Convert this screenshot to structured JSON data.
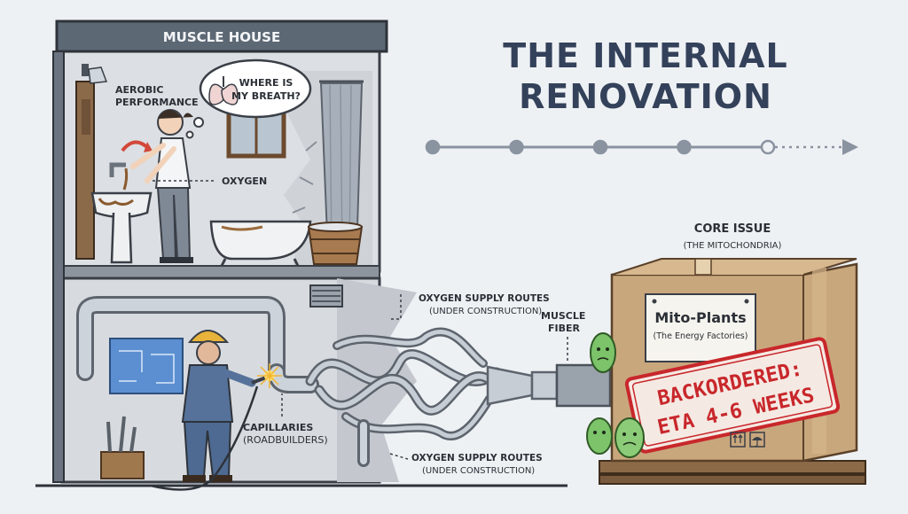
{
  "house": {
    "label": "MUSCLE HOUSE",
    "aerobic_line1": "AEROBIC",
    "aerobic_line2": "PERFORMANCE",
    "thought_line1": "WHERE IS",
    "thought_line2": "MY BREATH?",
    "oxygen": "OXYGEN"
  },
  "title": {
    "line1": "THE INTERNAL",
    "line2": "RENOVATION"
  },
  "timeline": {
    "steps_total": 5,
    "steps_completed": 4
  },
  "crate": {
    "core_issue": "CORE ISSUE",
    "mitochondria": "(THE MITOCHONDRIA)",
    "sign_title": "Mito-Plants",
    "sign_sub": "(The Energy Factories)",
    "stamp_line1": "BACKORDERED:",
    "stamp_line2": "ETA 4-6 WEEKS"
  },
  "basement": {
    "supply_top_line1": "OXYGEN SUPPLY ROUTES",
    "supply_top_line2": "(UNDER CONSTRUCTION)",
    "muscle_fiber_line1": "MUSCLE",
    "muscle_fiber_line2": "FIBER",
    "capillaries_line1": "CAPILLARIES",
    "capillaries_line2": "(ROADBUILDERS)",
    "supply_bottom_line1": "OXYGEN SUPPLY ROUTES",
    "supply_bottom_line2": "(UNDER CONSTRUCTION)"
  },
  "colors": {
    "title": "#34415a",
    "stamp": "#c8272b",
    "crate": "#c9a77d",
    "pipe": "#bcc3cc",
    "timeline": "#8a93a0"
  }
}
